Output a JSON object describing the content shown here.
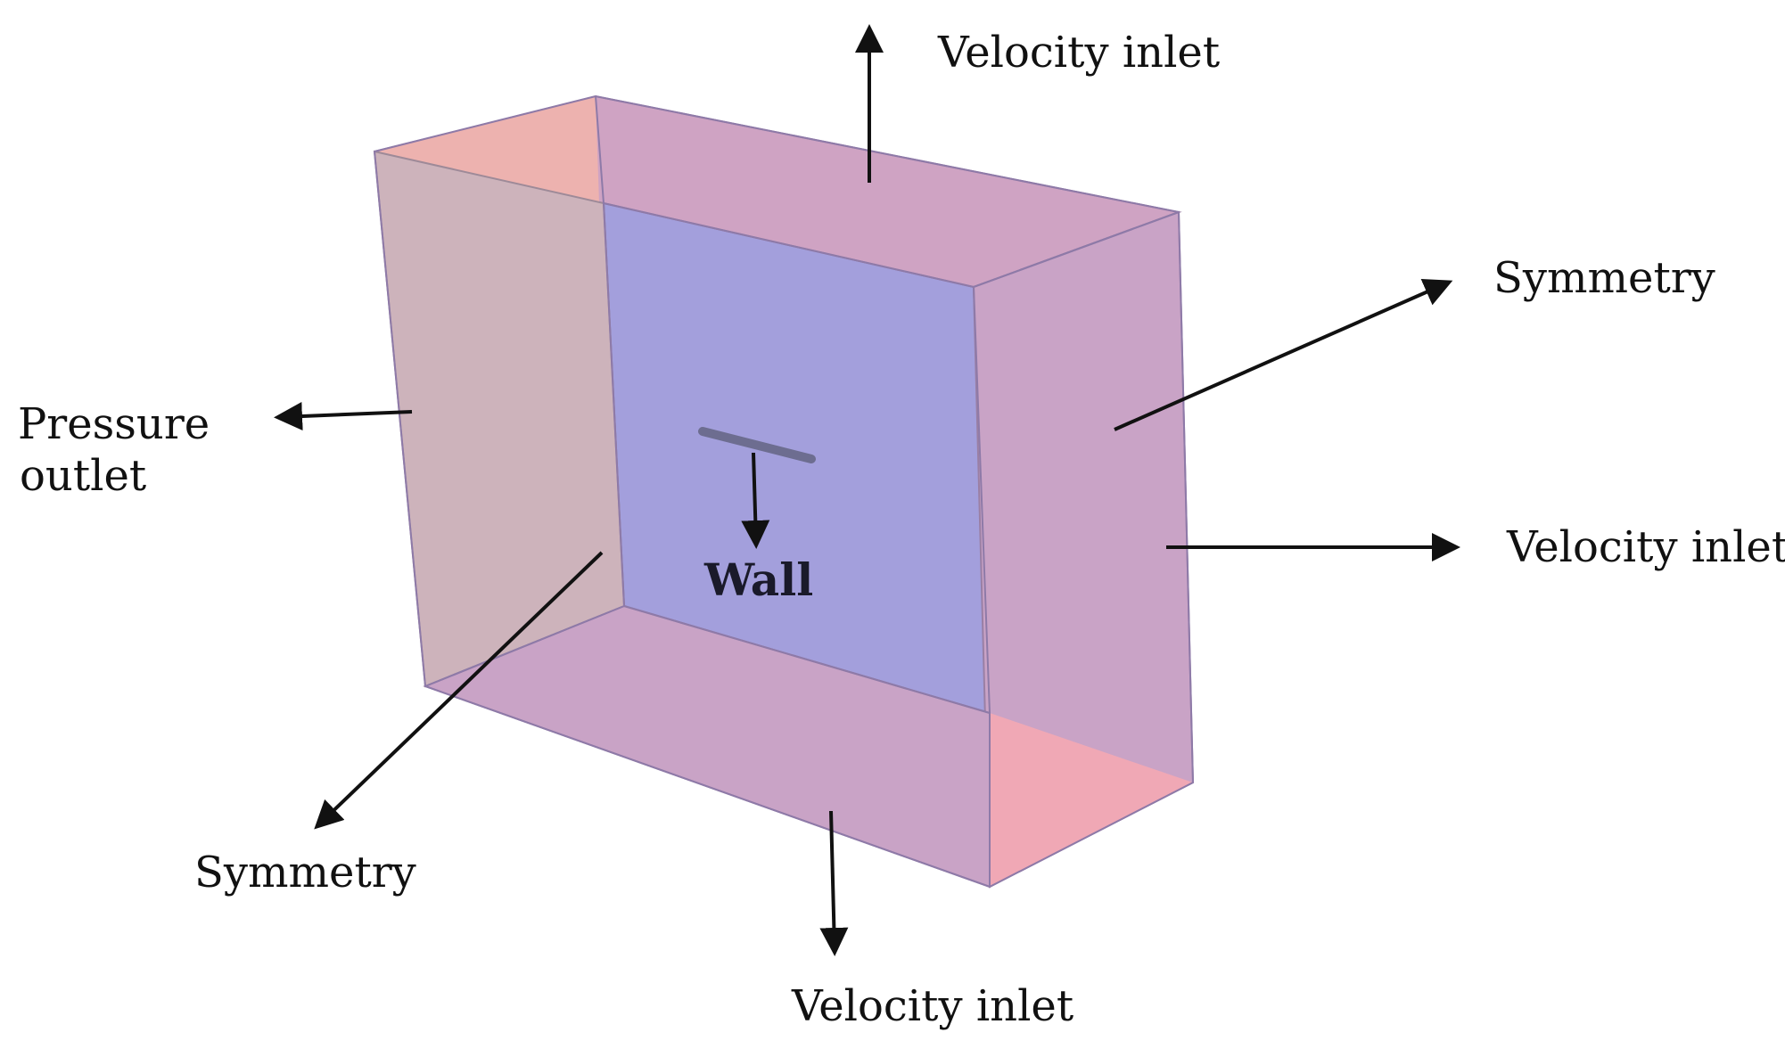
{
  "labels": {
    "velocity_inlet_top": "Velocity inlet",
    "symmetry_right": "Symmetry",
    "pressure_outlet_line1": "Pressure",
    "pressure_outlet_line2": "outlet",
    "velocity_inlet_right": "Velocity inlet",
    "wall": "Wall",
    "symmetry_bottom_left": "Symmetry",
    "velocity_inlet_bottom": "Velocity inlet"
  },
  "colors": {
    "background": "#ffffff",
    "box_faces": "#c9a3c6",
    "inner_wall_face": "#a39fdc",
    "left_outlet_face": "#cdb3bb",
    "top_left_corner_face": "#f0b4ad",
    "bottom_right_corner_face": "#f2a9b4",
    "arrows": "#111111"
  }
}
